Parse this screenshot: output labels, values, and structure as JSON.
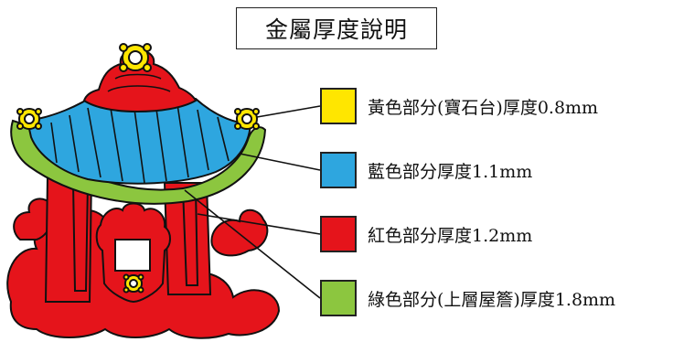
{
  "title": "金屬厚度說明",
  "colors": {
    "yellow": "#FFE600",
    "blue": "#2EA6DF",
    "red": "#E5141B",
    "green": "#8CC63F",
    "outline": "#111111"
  },
  "legend": [
    {
      "label": "黃色部分(寶石台)厚度0.8mm",
      "color": "#FFE600"
    },
    {
      "label": "藍色部分厚度1.1mm",
      "color": "#2EA6DF"
    },
    {
      "label": "紅色部分厚度1.2mm",
      "color": "#E5141B"
    },
    {
      "label": "綠色部分(上層屋簷)厚度1.8mm",
      "color": "#8CC63F"
    }
  ]
}
